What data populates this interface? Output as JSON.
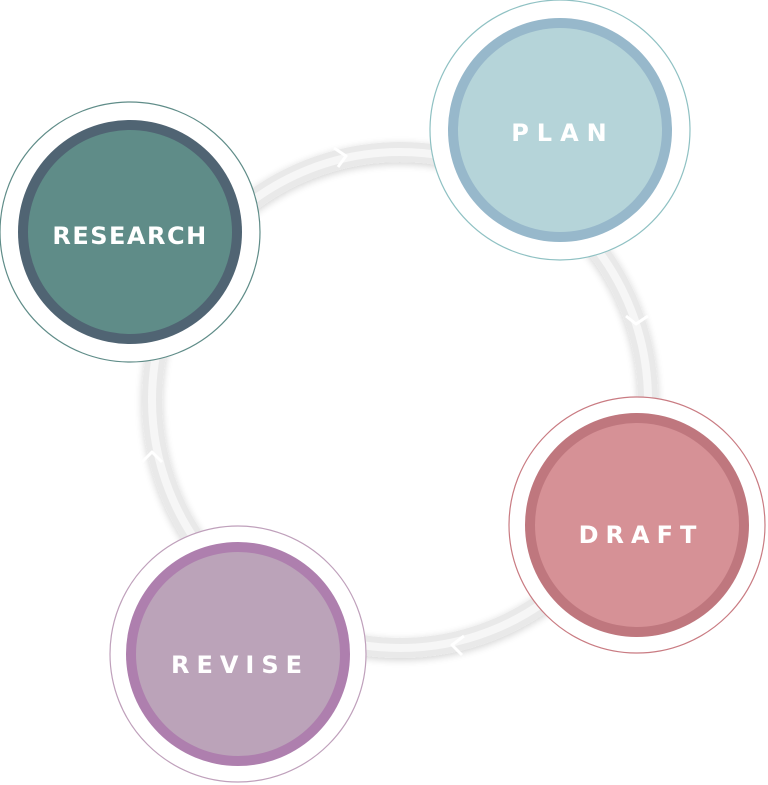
{
  "diagram": {
    "type": "cycle",
    "direction": "clockwise",
    "ring_color": "#e9e9e9",
    "stages": [
      {
        "id": "research",
        "label": "RESEARCH",
        "fill": "#5f8c88",
        "border": "#506473",
        "outline": "#5f8c88"
      },
      {
        "id": "plan",
        "label": "PLAN",
        "fill": "#b5d4d9",
        "border": "#97b8cb",
        "outline": "#8fc1c3"
      },
      {
        "id": "draft",
        "label": "DRAFT",
        "fill": "#d69196",
        "border": "#bf777e",
        "outline": "#c97b82"
      },
      {
        "id": "revise",
        "label": "REVISE",
        "fill": "#bba3b9",
        "border": "#ae7fae",
        "outline": "#bfa0bb"
      }
    ]
  }
}
